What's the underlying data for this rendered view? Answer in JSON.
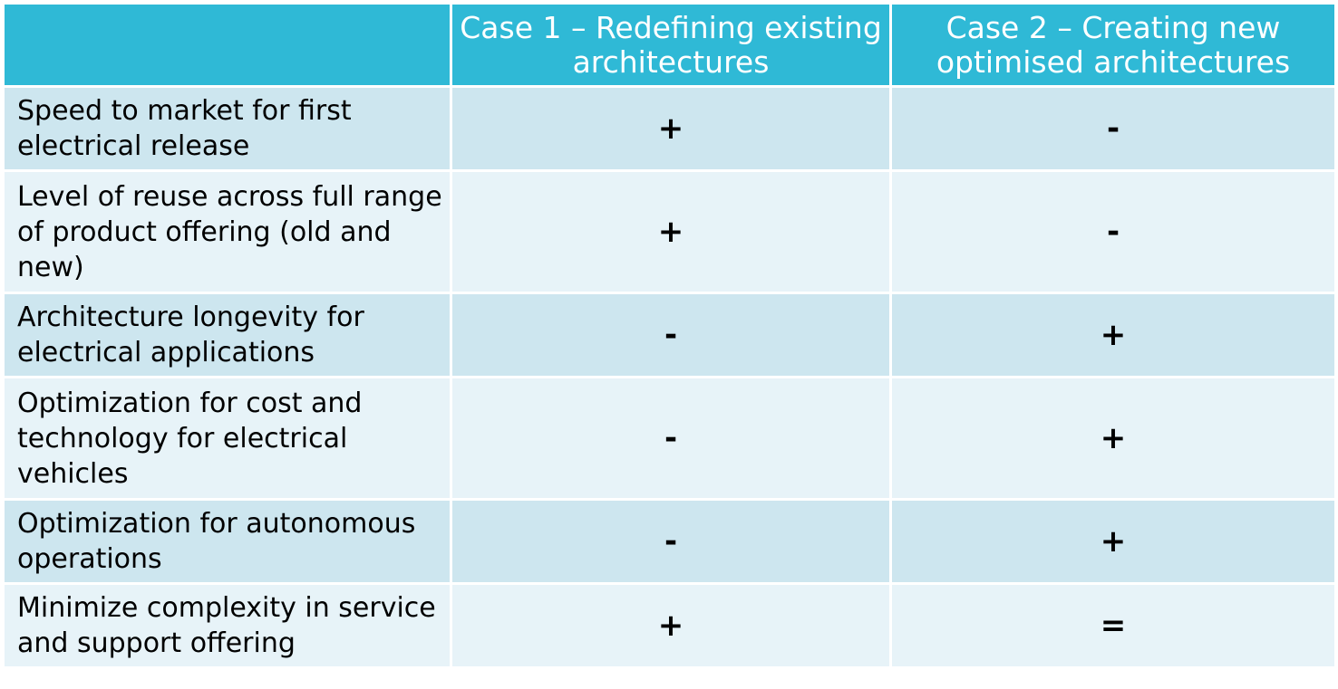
{
  "table": {
    "headers": [
      "",
      "Case 1 – Redefining existing architectures",
      "Case 2 – Creating new optimised architectures"
    ],
    "rows": [
      {
        "criterion": "Speed to market for first electrical release",
        "case1": "+",
        "case2": "-"
      },
      {
        "criterion": "Level of reuse across full range of product offering (old and new)",
        "case1": "+",
        "case2": "-"
      },
      {
        "criterion": "Architecture longevity for electrical applications",
        "case1": "-",
        "case2": "+"
      },
      {
        "criterion": "Optimization for cost and technology for electrical vehicles",
        "case1": "-",
        "case2": "+"
      },
      {
        "criterion": "Optimization for autonomous operations",
        "case1": "-",
        "case2": "+"
      },
      {
        "criterion": "Minimize complexity in service and support offering",
        "case1": "+",
        "case2": "="
      }
    ]
  },
  "colors": {
    "header_bg": "#2fb9d6",
    "header_text": "#ffffff",
    "row_odd_bg": "#cde6ef",
    "row_even_bg": "#e7f3f8"
  }
}
